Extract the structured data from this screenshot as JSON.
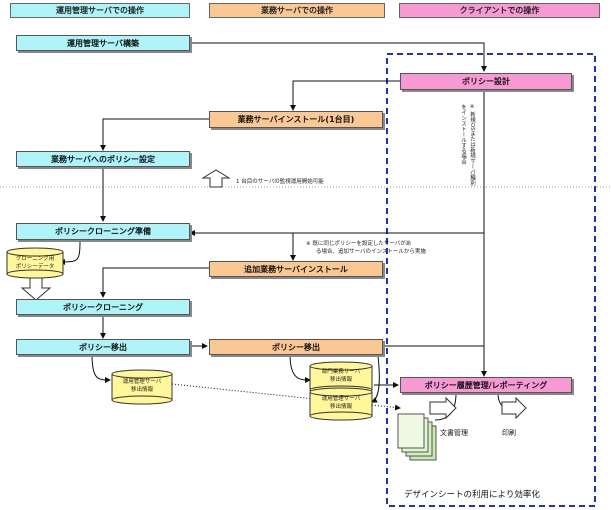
{
  "headers": {
    "ops_server": "運用管理サーバでの操作",
    "biz_server": "業務サーバでの操作",
    "client": "クライアントでの操作"
  },
  "steps": {
    "ops_build": "運用管理サーバ構築",
    "policy_design": "ポリシー設計",
    "biz_install_first": "業務サーバインストール(1台目)",
    "policy_set_to_biz": "業務サーバへのポリシー設定",
    "cloning_prep": "ポリシークローニング準備",
    "add_biz_install": "追加業務サーバインストール",
    "cloning": "ポリシークローニング",
    "policy_export_ops": "ポリシー移出",
    "policy_export_biz": "ポリシー移出",
    "history_mgmt": "ポリシー履歴管理/レポーティング"
  },
  "notes": {
    "first_monitoring": "1 台目のサーバの監視運用開始可能",
    "already_set": [
      "※ 既に同じポリシーを設定したサーバがあ",
      "る場合、追加サーバのインストールから実施"
    ],
    "new_os": [
      "※ 新規OSまたは新規サーバ種別",
      "をインストールする場合"
    ],
    "efficiency": "デザインシートの利用により効率化"
  },
  "data_items": {
    "cloning_data": [
      "クローニング用",
      "ポリシーデータ"
    ],
    "ops_export_info": [
      "運用管理サーバ",
      "移出情報"
    ],
    "dept_export_info": [
      "部門業務サーバ",
      "移出情報"
    ],
    "ops_export_info_2": [
      "運用管理サーバ",
      "移出情報"
    ]
  },
  "outputs": {
    "doc_mgmt": "文書管理",
    "print": "印刷"
  },
  "colors": {
    "ops": "#aef4f8",
    "biz": "#fbc894",
    "client": "#f79ad3",
    "dashed_frame": "#1f2fd6",
    "cylinder": "#fff79a"
  }
}
